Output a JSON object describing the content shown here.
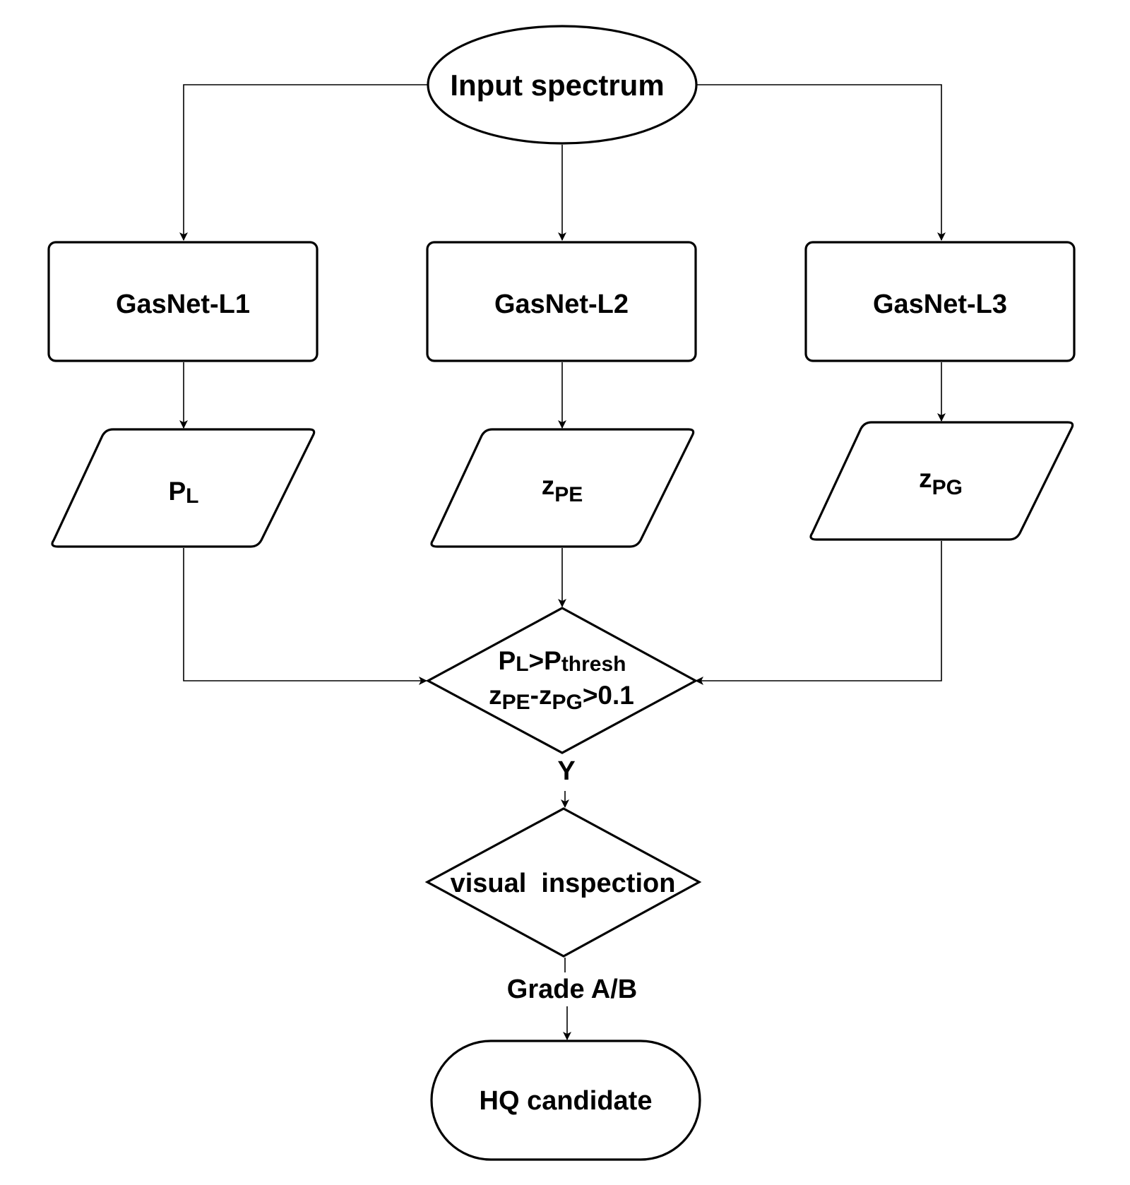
{
  "nodes": {
    "input": {
      "label": "Input spectrum"
    },
    "gasnet_l1": {
      "label": "GasNet-L1"
    },
    "gasnet_l2": {
      "label": "GasNet-L2"
    },
    "gasnet_l3": {
      "label": "GasNet-L3"
    },
    "out_l1": {
      "base": "P",
      "sub": "L"
    },
    "out_l2": {
      "base": "z",
      "sub": "PE"
    },
    "out_l3": {
      "base": "z",
      "sub": "PG"
    },
    "decision": {
      "line1": {
        "p1": "P",
        "p1_sub": "L",
        "gt": ">P",
        "gt_sub": "thresh"
      },
      "line2": {
        "z1": "z",
        "z1_sub": "PE",
        "minus": "-z",
        "z2_sub": "PG",
        "rest": ">0.1"
      }
    },
    "inspection": {
      "label": "visual  inspection"
    },
    "result": {
      "label": "HQ candidate"
    }
  },
  "edges": {
    "yes_label": "Y",
    "grade_label": "Grade A/B"
  }
}
